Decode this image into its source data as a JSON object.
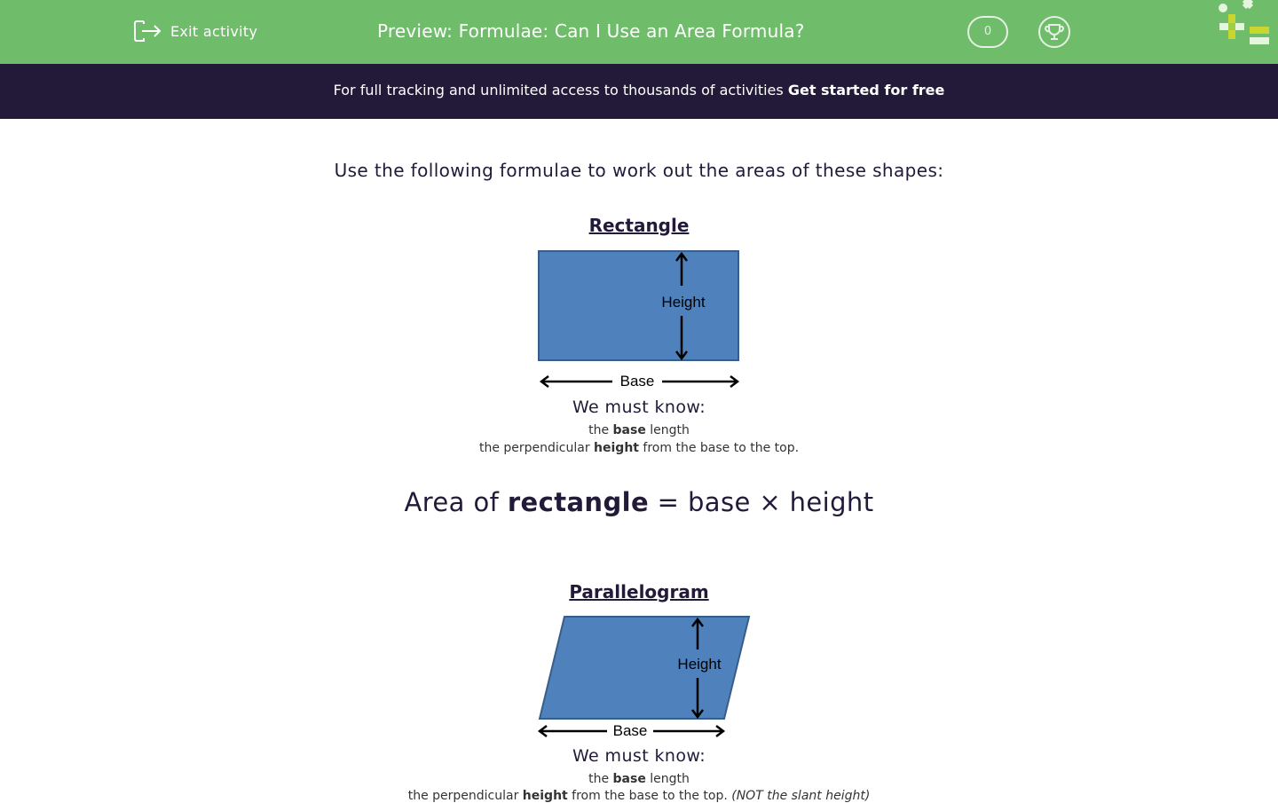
{
  "header": {
    "exit_label": "Exit activity",
    "title": "Preview: Formulae: Can I Use an Area Formula?",
    "score": "0",
    "colors": {
      "header": "#6fbd6a",
      "banner": "#231a3a",
      "shape": "#4f81bd"
    }
  },
  "banner": {
    "text": "For full tracking and unlimited access to thousands of activities ",
    "cta": "Get started for free"
  },
  "intro": "Use the following formulae to work out the areas of these shapes:",
  "rectangle": {
    "title": "Rectangle",
    "height_label": "Height",
    "base_label": "Base",
    "must_know": "We must know:",
    "line1": {
      "a": "the ",
      "b": "base",
      "c": " length"
    },
    "line2": {
      "a": "the perpendicular ",
      "b": "height",
      "c": " from the base to the top."
    },
    "formula": {
      "a": "Area of ",
      "b": "rectangle",
      "c": " = base × height"
    }
  },
  "parallelogram": {
    "title": "Parallelogram",
    "height_label": "Height",
    "base_label": "Base",
    "must_know": "We must know:",
    "line1": {
      "a": "the ",
      "b": "base",
      "c": " length"
    },
    "line2": {
      "a": "the perpendicular ",
      "b": "height",
      "c": " from the base to the top. ",
      "d": "(NOT the slant height)"
    }
  }
}
